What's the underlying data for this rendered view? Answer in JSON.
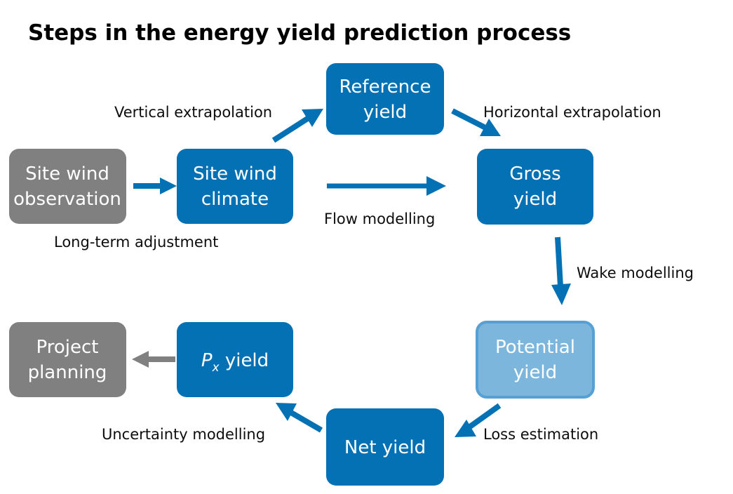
{
  "title": "Steps in the energy yield prediction process",
  "colors": {
    "blue": "#0571b5",
    "blue_light_fill": "#7cb6dd",
    "blue_light_border": "#56a0d3",
    "gray": "#808080",
    "text_dark": "#0d0d0d",
    "text_light": "#ffffff",
    "background": "#ffffff"
  },
  "nodes": [
    {
      "id": "site-wind-observation",
      "line1": "Site wind",
      "line2": "observation",
      "style": "gray"
    },
    {
      "id": "site-wind-climate",
      "line1": "Site wind",
      "line2": "climate",
      "style": "blue"
    },
    {
      "id": "reference-yield",
      "line1": "Reference",
      "line2": "yield",
      "style": "blue"
    },
    {
      "id": "gross-yield",
      "line1": "Gross",
      "line2": "yield",
      "style": "blue"
    },
    {
      "id": "potential-yield",
      "line1": "Potential",
      "line2": "yield",
      "style": "blue-light"
    },
    {
      "id": "net-yield",
      "line1": "Net yield",
      "line2": "",
      "style": "blue"
    },
    {
      "id": "px-yield",
      "line1": "P",
      "subscript": "x",
      "line1_suffix": " yield",
      "line2": "",
      "style": "blue"
    },
    {
      "id": "project-planning",
      "line1": "Project",
      "line2": "planning",
      "style": "gray"
    }
  ],
  "edges": [
    {
      "id": "long-term-adjustment",
      "label": "Long-term adjustment",
      "from": "site-wind-observation",
      "to": "site-wind-climate",
      "color": "blue"
    },
    {
      "id": "vertical-extrapolation",
      "label": "Vertical extrapolation",
      "from": "site-wind-climate",
      "to": "reference-yield",
      "color": "blue"
    },
    {
      "id": "horizontal-extrapolation",
      "label": "Horizontal extrapolation",
      "from": "reference-yield",
      "to": "gross-yield",
      "color": "blue"
    },
    {
      "id": "flow-modelling",
      "label": "Flow modelling",
      "from": "site-wind-climate",
      "to": "gross-yield",
      "color": "blue"
    },
    {
      "id": "wake-modelling",
      "label": "Wake modelling",
      "from": "gross-yield",
      "to": "potential-yield",
      "color": "blue"
    },
    {
      "id": "loss-estimation",
      "label": "Loss estimation",
      "from": "potential-yield",
      "to": "net-yield",
      "color": "blue"
    },
    {
      "id": "uncertainty-modelling",
      "label": "Uncertainty modelling",
      "from": "net-yield",
      "to": "px-yield",
      "color": "blue"
    },
    {
      "id": "planning-handoff",
      "label": "",
      "from": "px-yield",
      "to": "project-planning",
      "color": "gray"
    }
  ]
}
